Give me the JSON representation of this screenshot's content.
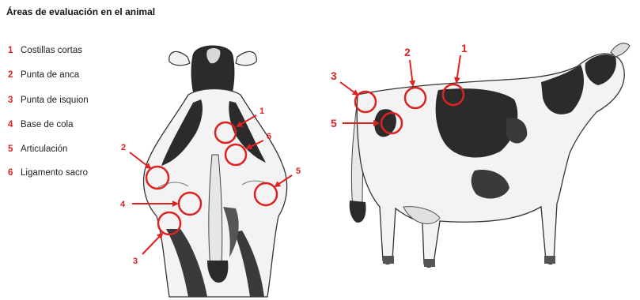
{
  "title": "Áreas de evaluación en el animal",
  "legend": [
    {
      "num": "1",
      "label": "Costillas cortas"
    },
    {
      "num": "2",
      "label": "Punta de anca"
    },
    {
      "num": "3",
      "label": "Punta de isquion"
    },
    {
      "num": "4",
      "label": "Base de cola"
    },
    {
      "num": "5",
      "label": "Articulación"
    },
    {
      "num": "6",
      "label": "Ligamento sacro"
    }
  ],
  "rear_view_markers": [
    "1",
    "6",
    "2",
    "5",
    "4",
    "3"
  ],
  "side_view_markers": [
    "3",
    "2",
    "1",
    "5"
  ],
  "colors": {
    "marker": "#dd2222",
    "dark_patch": "#2b2b2b",
    "outline": "#333333"
  }
}
